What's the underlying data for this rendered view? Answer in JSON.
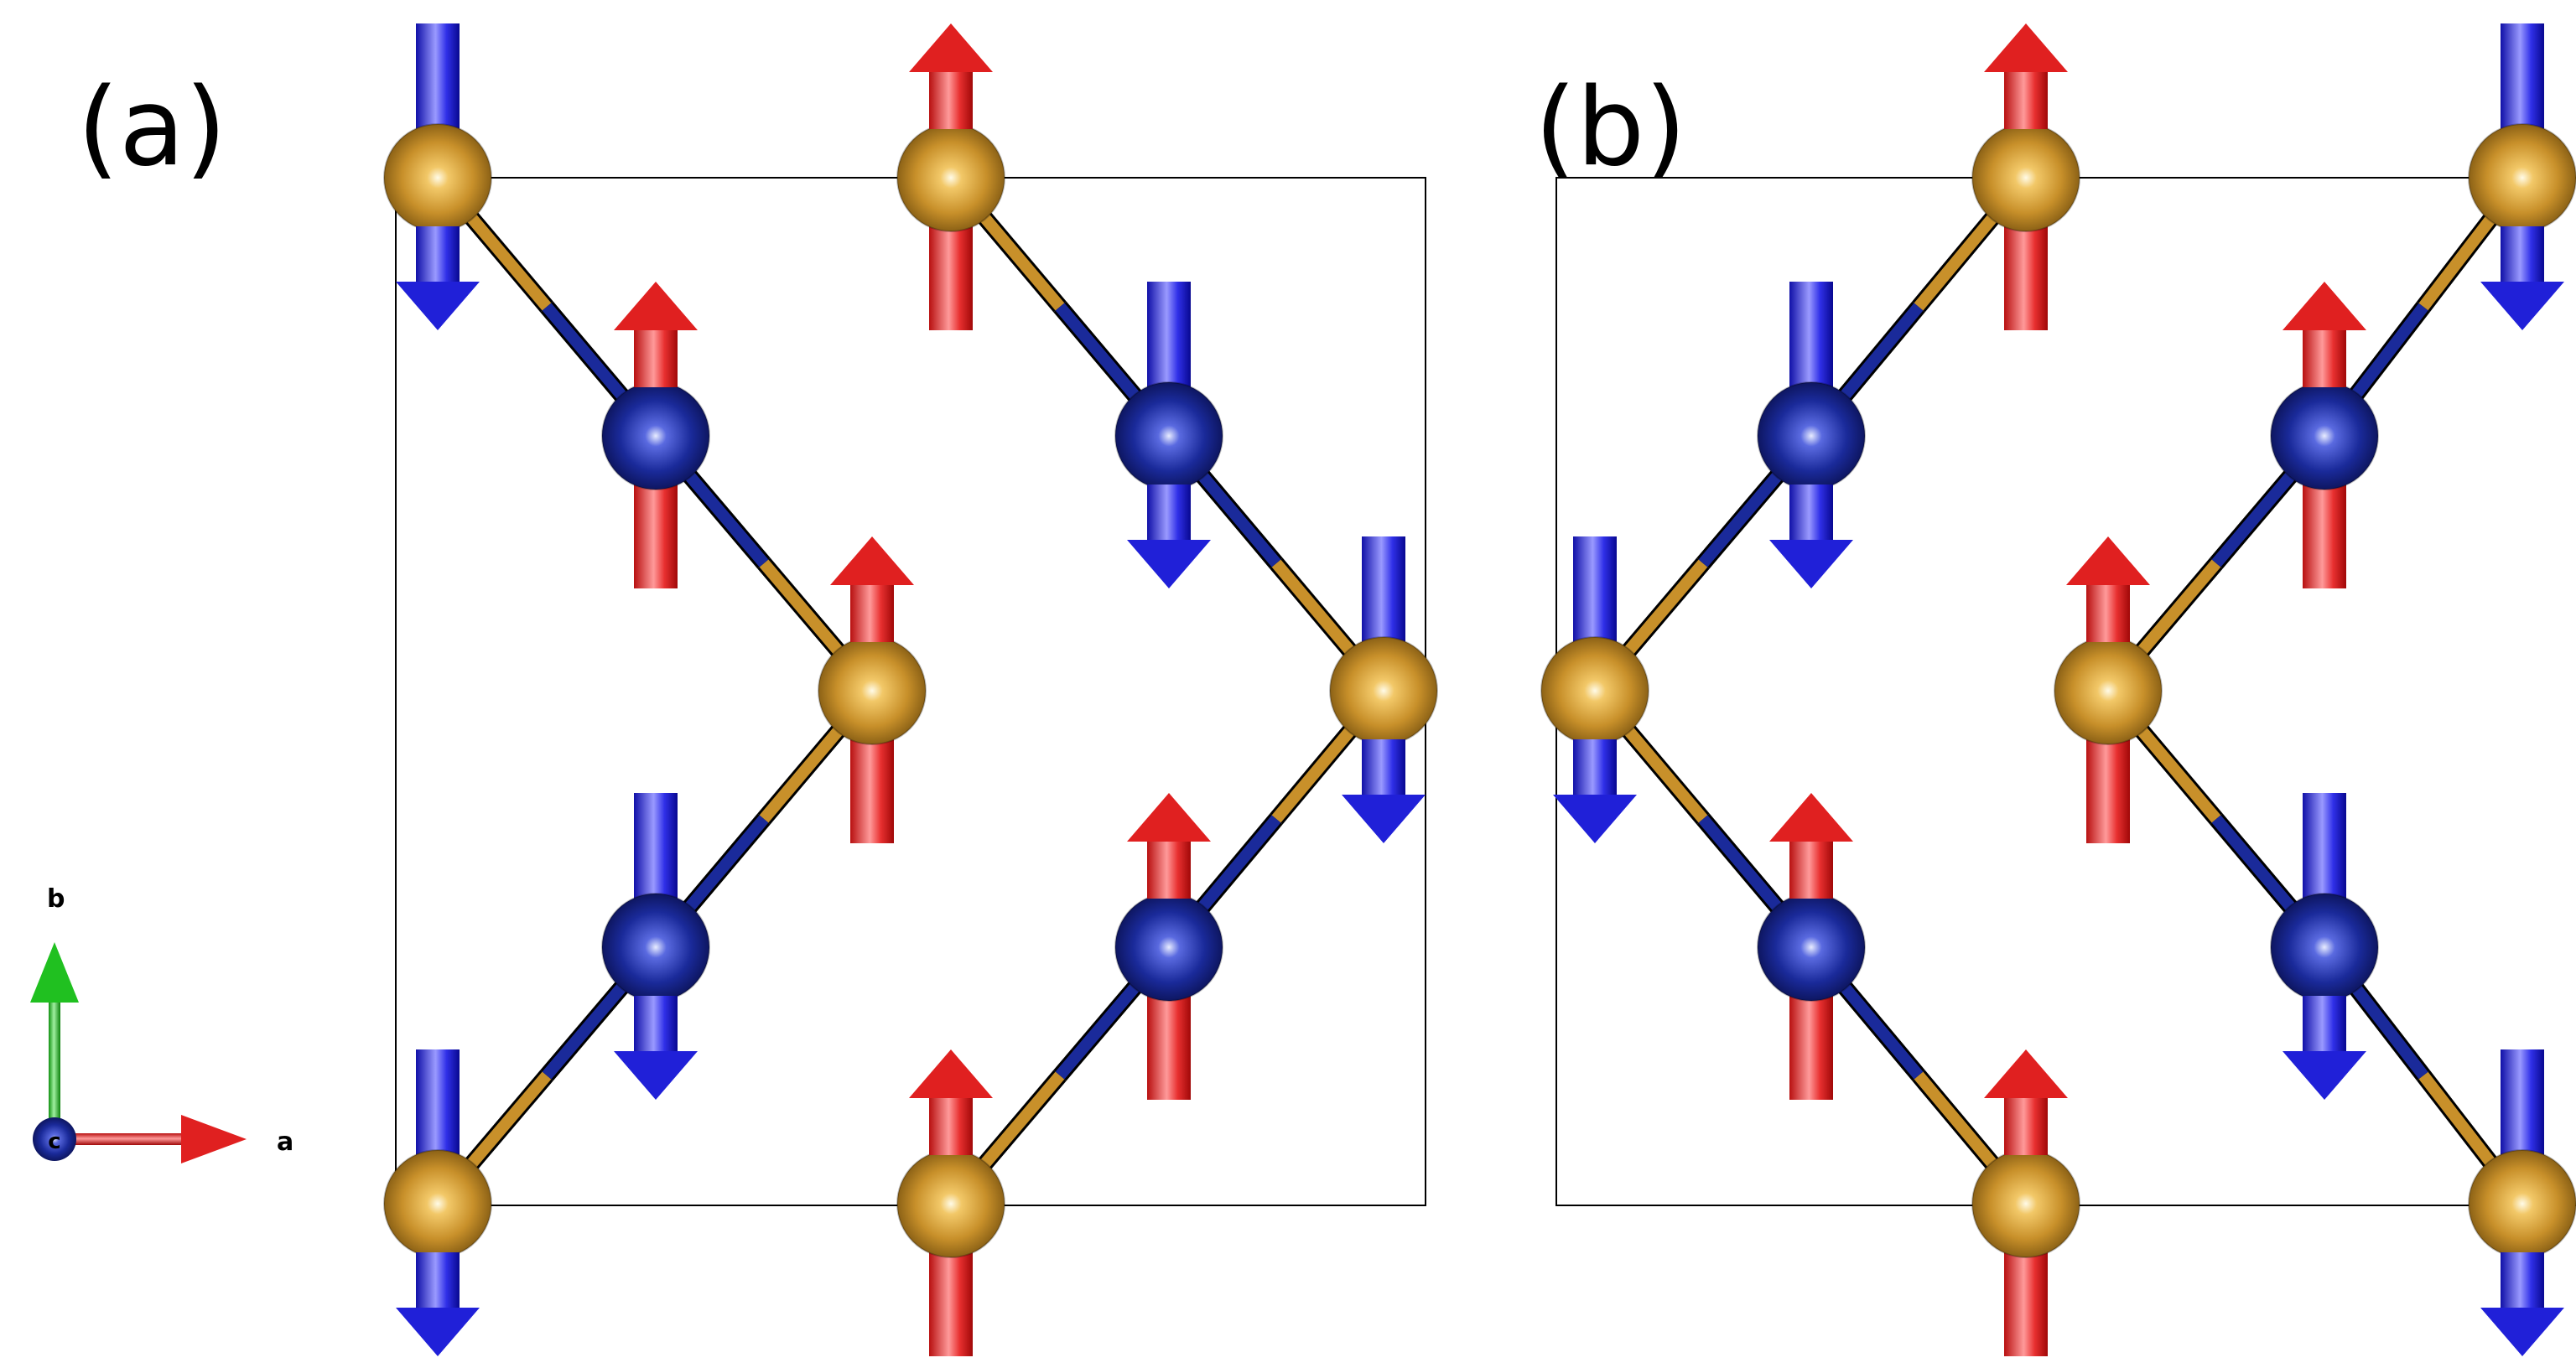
{
  "panels": [
    {
      "label": "(a)",
      "spins": {
        "gold": [
          "down",
          "up",
          "up",
          "down",
          "down",
          "up"
        ],
        "blue": [
          "up",
          "down",
          "down",
          "up"
        ]
      }
    },
    {
      "label": "(b)",
      "spins": {
        "gold": [
          "up",
          "down",
          "down",
          "up",
          "up",
          "down"
        ],
        "blue": [
          "down",
          "up",
          "up",
          "down"
        ]
      }
    }
  ],
  "axes": {
    "b": "b",
    "a": "a",
    "c": "c"
  },
  "colors": {
    "gold_atom": "#c8902a",
    "blue_atom": "#1a2a9a",
    "spin_up": "#e02020",
    "spin_down": "#2020d8",
    "axis_a": "#e02020",
    "axis_b": "#20c020",
    "axis_c": "#1a2a9a",
    "cell_line": "#000000"
  }
}
